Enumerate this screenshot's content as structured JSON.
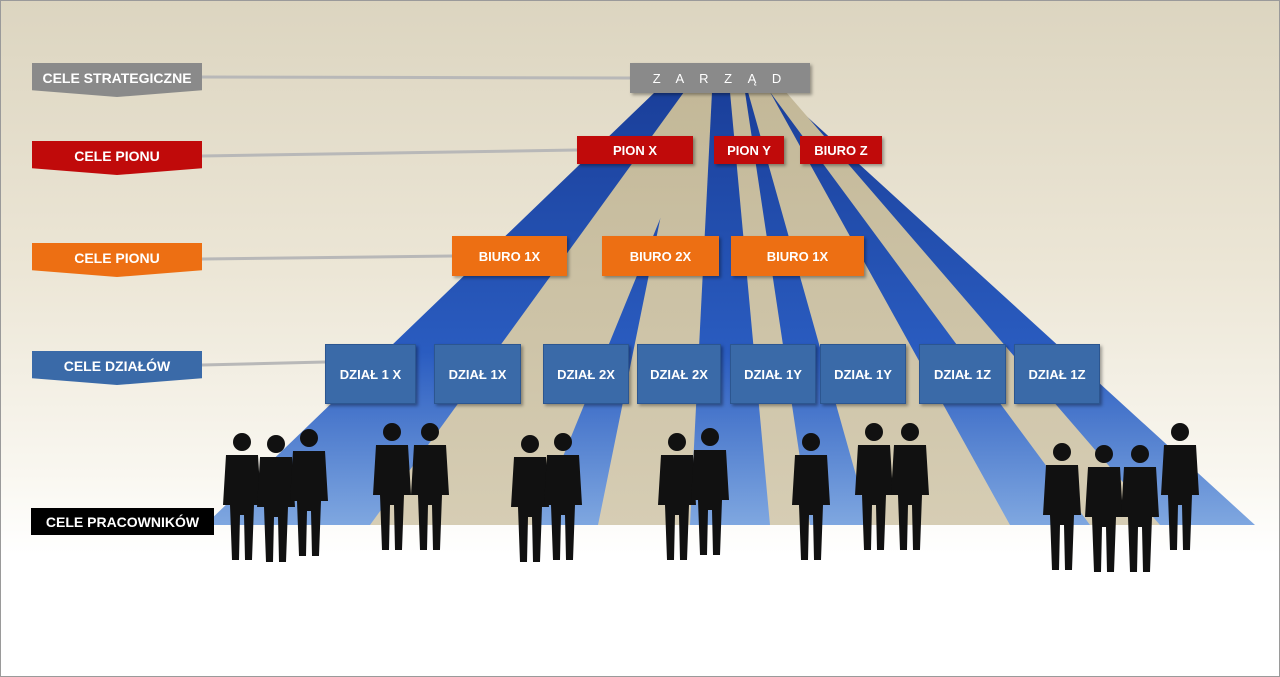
{
  "levels": {
    "strategic": "CELE STRATEGICZNE",
    "division": "CELE PIONU",
    "office": "CELE PIONU",
    "department": "CELE DZIAŁÓW",
    "employees": "CELE PRACOWNIKÓW"
  },
  "board": "Z A R Z Ą D",
  "divisions": [
    "PION X",
    "PION Y",
    "BIURO Z"
  ],
  "offices": [
    "BIURO 1X",
    "BIURO 2X",
    "BIURO 1X"
  ],
  "departments": [
    "DZIAŁ 1 X",
    "DZIAŁ 1X",
    "DZIAŁ 2X",
    "DZIAŁ 2X",
    "DZIAŁ 1Y",
    "DZIAŁ 1Y",
    "DZIAŁ 1Z",
    "DZIAŁ 1Z"
  ],
  "colors": {
    "strategic": "#8a8a8a",
    "division": "#c00a0a",
    "office": "#ed6f13",
    "department": "#3a6aa8",
    "employees": "#000000"
  }
}
